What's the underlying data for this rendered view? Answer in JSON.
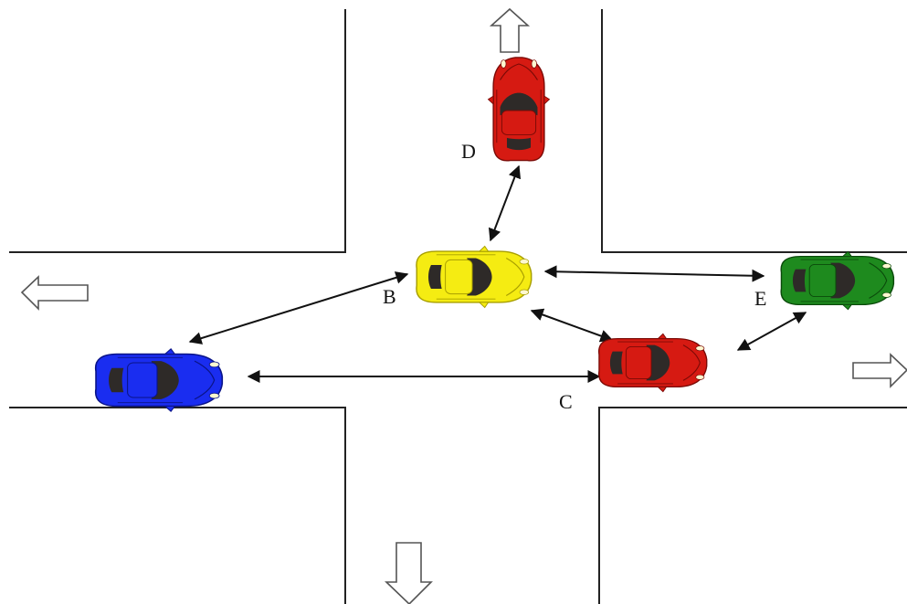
{
  "colors": {
    "road_line": "#222222",
    "background": "#ffffff",
    "arrow_outline": "#555555",
    "link": "#111111",
    "window": "#2e2a28"
  },
  "cars": [
    {
      "id": "B",
      "label": "B",
      "body": "#f5ec12",
      "trim": "#a89f00"
    },
    {
      "id": "C",
      "label": "C",
      "body": "#d61a12",
      "trim": "#7a0a06"
    },
    {
      "id": "D",
      "label": "D",
      "body": "#d61a12",
      "trim": "#7a0a06"
    },
    {
      "id": "E",
      "label": "E",
      "body": "#1e8a1e",
      "trim": "#0b4a0b"
    },
    {
      "id": "unlabeled-blue",
      "label": "",
      "body": "#1a2df0",
      "trim": "#0a1488"
    }
  ],
  "links": [
    {
      "from": "B",
      "to": "D"
    },
    {
      "from": "B",
      "to": "E"
    },
    {
      "from": "B",
      "to": "C"
    },
    {
      "from": "B",
      "to": "unlabeled-blue"
    },
    {
      "from": "C",
      "to": "E"
    },
    {
      "from": "C",
      "to": "unlabeled-blue"
    }
  ],
  "exit_arrows": [
    {
      "direction": "up"
    },
    {
      "direction": "left"
    },
    {
      "direction": "right"
    },
    {
      "direction": "down"
    }
  ]
}
